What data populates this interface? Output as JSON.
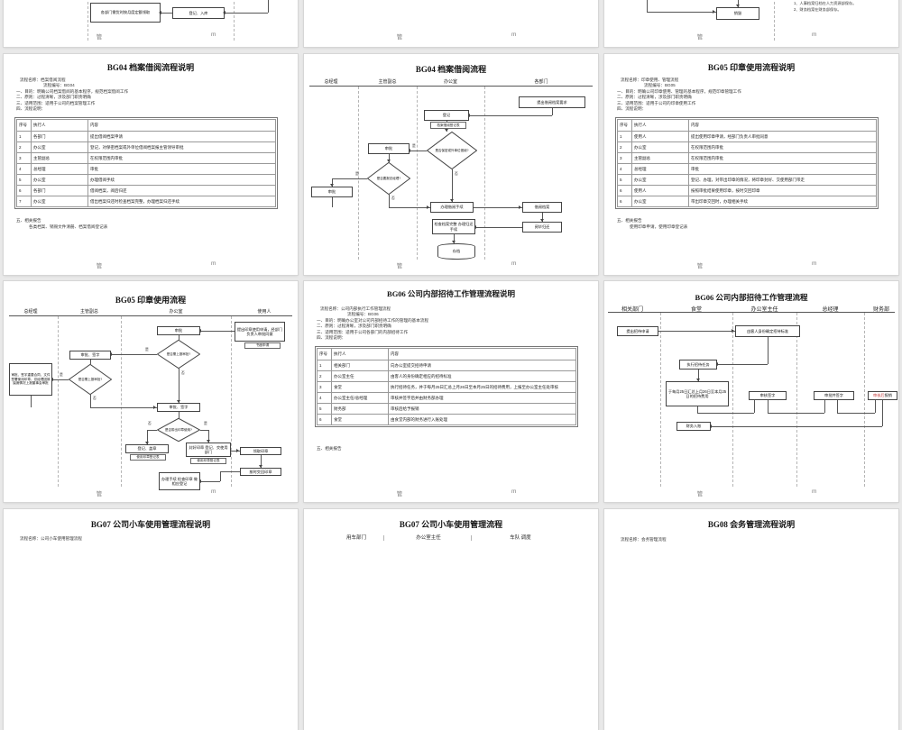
{
  "footer": {
    "left": "管",
    "right": "m"
  },
  "pages": {
    "p1": {
      "box_monthly": "各部门需货时按月度定额领取",
      "box_register": "登记、入库"
    },
    "p2": {},
    "p3": {
      "box_destroy": "销毁",
      "note1": "1、人事档案归档在人力资源部保存。",
      "note2": "2、财务档案在财务部保存。"
    },
    "p4": {
      "title": "BG04 档案借阅流程说明",
      "meta": [
        "流程名称：档案借阅流程",
        "流程编号：BG04",
        "一、目的：明确公司档案借阅的基本程序，规范档案借阅工作",
        "二、原则：过程清晰，涉及部门职责明确",
        "三、适用范围：适用于公司的档案管理工作",
        "四、流程说明："
      ],
      "headers": [
        "序号",
        "执行人",
        "内容"
      ],
      "rows": [
        {
          "no": "1",
          "exec": "各部门",
          "content": "提出借阅档案申请"
        },
        {
          "no": "2",
          "exec": "办公室",
          "content": "登记，对保密档案或外单位借阅档案报主管领导审批"
        },
        {
          "no": "3",
          "exec": "主管副总",
          "content": "在权限范围内审批"
        },
        {
          "no": "4",
          "exec": "总经理",
          "content": "审批"
        },
        {
          "no": "5",
          "exec": "办公室",
          "content": "办理借阅手续"
        },
        {
          "no": "6",
          "exec": "各部门",
          "content": "借阅档案，阅后归还"
        },
        {
          "no": "7",
          "exec": "办公室",
          "content": "借出档案归还时检查档案完整，办理档案归还手续"
        }
      ],
      "related_title": "五、相关报告",
      "related": "各类档案、销毁文件清册、档案借阅登记表"
    },
    "p5": {
      "title": "BG04 档案借阅流程",
      "lanes": [
        "总经理",
        "主管副总",
        "办公室",
        "各部门"
      ],
      "nodes": {
        "request": "提出借阅档案要求",
        "register": "登记",
        "register_label": "档案借阅登记表",
        "d1": "是否保密或外单位借阅?",
        "approve_vp": "审批",
        "d2": "是否要报总经理?",
        "approve_gm": "审批",
        "handle": "办理借阅手续",
        "borrow": "借阅档案",
        "giveback": "阅毕归还",
        "check": "检查档案完整 办理归还手续",
        "archive": "存档"
      },
      "labels": {
        "yes": "是",
        "no": "否"
      }
    },
    "p6": {
      "title": "BG05 印章使用流程说明",
      "meta": [
        "流程名称：印章使用、管理流程",
        "流程编号：BG05",
        "一、目的：明确公司印章使用、管理的基本程序，规范印章管理工作",
        "二、原则：过程清晰，涉及部门职责明确",
        "三、适用范围：适用于公司的印章使用工作",
        "四、流程说明："
      ],
      "headers": [
        "序号",
        "执行人",
        "内容"
      ],
      "rows": [
        {
          "no": "1",
          "exec": "使用人",
          "content": "提出使用印章申请，经部门负责人审批同意"
        },
        {
          "no": "2",
          "exec": "办公室",
          "content": "在权限范围内审批"
        },
        {
          "no": "3",
          "exec": "主管副总",
          "content": "在权限范围内审批"
        },
        {
          "no": "4",
          "exec": "总经理",
          "content": "审批"
        },
        {
          "no": "5",
          "exec": "办公室",
          "content": "登记、办理，对带出印章的情况，将印章封好、交使用部门带走"
        },
        {
          "no": "6",
          "exec": "使用人",
          "content": "按照审批结果使用印章，按时交回印章"
        },
        {
          "no": "6",
          "exec": "办公室",
          "content": "带出印章交回时，办理相关手续"
        }
      ],
      "related_title": "五、相关报告",
      "related": "使用印章申请，使用印章登记表"
    },
    "p7": {
      "title": "BG05 印章使用流程",
      "lanes": [
        "总经理",
        "主管副总",
        "办公室",
        "使用人"
      ],
      "nodes": {
        "request": "提出印章使用申请，经部门负责人审批同意",
        "request_label": "书面申请",
        "approve": "审批",
        "d1": "是否需上报审批?",
        "vp_sign": "审批、签字",
        "d2": "是否需上报审批?",
        "gm_sign": "审批、签字重要合同、文件签署使用印章。总经理因故缺席情况上报董事会审批",
        "office_sign": "审批、签字",
        "d3": "是否带出印章使用?",
        "stamp": "登记、盖章",
        "stamp_label": "使用印章登记表",
        "sealout": "封好印章 登记、交使用部门",
        "sealout_label": "使用印章登记表",
        "take": "领取印章",
        "giveback": "按时交回印章",
        "handle": "办理手续 检查印章 做相应登记"
      },
      "labels": {
        "yes": "是",
        "no": "否"
      }
    },
    "p8": {
      "title": "BG06 公司内部招待工作管理流程说明",
      "meta": [
        "流程名称：公司内部执行工作管理流程",
        "流程编号：BG06",
        "一、目的：明确办公室对公司内部招待工作的管理的基本流程",
        "二、原则：过程清晰，涉及部门职责明确",
        "三、适用范围：适用于公司各部门的内部招待工作",
        "四、流程说明："
      ],
      "headers": [
        "序号",
        "执行人",
        "内容"
      ],
      "rows": [
        {
          "no": "1",
          "exec": "相关部门",
          "content": "向办公室提交招待申请"
        },
        {
          "no": "2",
          "exec": "办公室主任",
          "content": "由客人的身份确定相应的招待标准"
        },
        {
          "no": "3",
          "exec": "食堂",
          "content": "执行招待任务，并于每月25日汇总上月26日至本月25日的招待费用，上报至办公室主任处审核"
        },
        {
          "no": "4",
          "exec": "办公室主任/总经理",
          "content": "审核并签字后并由财务部办理"
        },
        {
          "no": "5",
          "exec": "财务部",
          "content": "审核后给予报销"
        },
        {
          "no": "6",
          "exec": "食堂",
          "content": "由食堂内部的财务进行入账处理"
        }
      ],
      "related_title": "五、相关报告"
    },
    "p9": {
      "title": "BG06 公司内部招待工作管理流程",
      "lanes": [
        "相关部门",
        "食堂",
        "办公室主任",
        "总经理",
        "财务部"
      ],
      "nodes": {
        "apply": "提出招待申请",
        "standard": "由客人身份确定招待标准",
        "execute": "执行招待任务",
        "summary": "于每月25日汇总上月26日至本月25日的招待费用",
        "verify": "审核签字",
        "approve": "审批并签字",
        "reimburse_red": "审核后",
        "reimburse_rest": "报销",
        "account": "财务入账"
      }
    },
    "p10": {
      "title": "BG07 公司小车使用管理流程说明",
      "sub": "流程名称：公司小车使用管理流程"
    },
    "p11": {
      "title": "BG07 公司小车使用管理流程",
      "lanes": [
        "用车部门",
        "办公室主任",
        "车队 调度"
      ]
    },
    "p12": {
      "title": "BG08 会务管理流程说明",
      "sub": "流程名称：会务管理流程"
    }
  }
}
